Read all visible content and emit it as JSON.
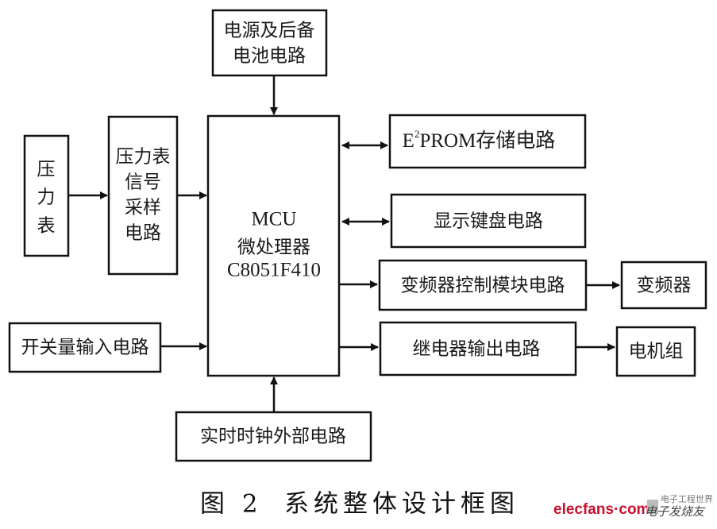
{
  "diagram": {
    "blocks": {
      "power": {
        "lines": [
          "电源及后备",
          "电池电路"
        ]
      },
      "gauge": {
        "lines": [
          "压",
          "力",
          "表"
        ]
      },
      "sampling": {
        "lines": [
          "压力表",
          "信号",
          "采样",
          "电路"
        ]
      },
      "mcu": {
        "lines": [
          "MCU",
          "微处理器",
          "C8051F410"
        ]
      },
      "eeprom": {
        "prefix": "E",
        "superscript": "2",
        "rest": "PROM存储电路"
      },
      "display": {
        "label": "显示键盘电路"
      },
      "vfd_ctrl": {
        "label": "变频器控制模块电路"
      },
      "vfd": {
        "label": "变频器"
      },
      "switch_in": {
        "label": "开关量输入电路"
      },
      "relay": {
        "label": "继电器输出电路"
      },
      "motor": {
        "label": "电机组"
      },
      "rtc": {
        "label": "实时时钟外部电路"
      }
    },
    "connections": [
      {
        "from": "电源及后备电池电路",
        "to": "MCU",
        "type": "one-way"
      },
      {
        "from": "压力表",
        "to": "压力表信号采样电路",
        "type": "one-way"
      },
      {
        "from": "压力表信号采样电路",
        "to": "MCU",
        "type": "one-way"
      },
      {
        "from": "MCU",
        "to": "E2PROM存储电路",
        "type": "two-way"
      },
      {
        "from": "MCU",
        "to": "显示键盘电路",
        "type": "two-way"
      },
      {
        "from": "MCU",
        "to": "变频器控制模块电路",
        "type": "one-way"
      },
      {
        "from": "变频器控制模块电路",
        "to": "变频器",
        "type": "one-way"
      },
      {
        "from": "开关量输入电路",
        "to": "MCU",
        "type": "one-way"
      },
      {
        "from": "MCU",
        "to": "继电器输出电路",
        "type": "one-way"
      },
      {
        "from": "继电器输出电路",
        "to": "电机组",
        "type": "one-way"
      },
      {
        "from": "实时时钟外部电路",
        "to": "MCU",
        "type": "one-way"
      }
    ]
  },
  "caption": {
    "figure_number": "图 2",
    "title": "系统整体设计框图"
  },
  "watermark": {
    "brand": "elecfans·com",
    "chinese": "电子发烧友",
    "tagline": "电子工程世界"
  }
}
